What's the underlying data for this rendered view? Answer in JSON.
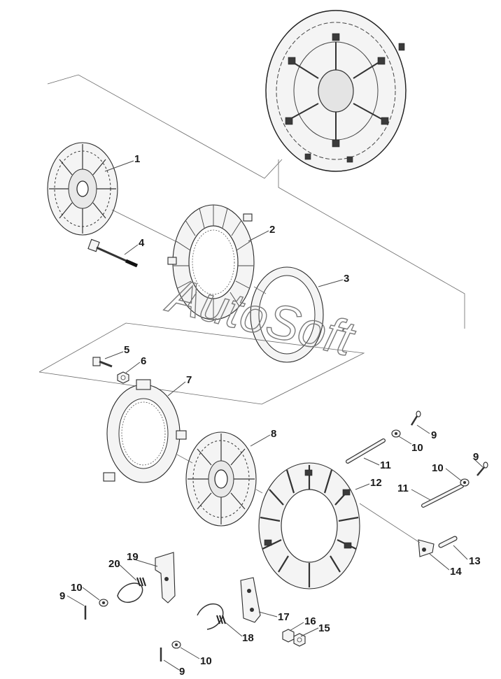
{
  "watermark": "AutoSoft",
  "callouts": [
    {
      "id": "c1",
      "text": "1"
    },
    {
      "id": "c2",
      "text": "2"
    },
    {
      "id": "c3",
      "text": "3"
    },
    {
      "id": "c4",
      "text": "4"
    },
    {
      "id": "c5",
      "text": "5"
    },
    {
      "id": "c6",
      "text": "6"
    },
    {
      "id": "c7",
      "text": "7"
    },
    {
      "id": "c8",
      "text": "8"
    },
    {
      "id": "c9a",
      "text": "9"
    },
    {
      "id": "c10a",
      "text": "10"
    },
    {
      "id": "c9b",
      "text": "9"
    },
    {
      "id": "c10b",
      "text": "10"
    },
    {
      "id": "c11a",
      "text": "11"
    },
    {
      "id": "c12",
      "text": "12"
    },
    {
      "id": "c11b",
      "text": "11"
    },
    {
      "id": "c13",
      "text": "13"
    },
    {
      "id": "c14",
      "text": "14"
    },
    {
      "id": "c19",
      "text": "19"
    },
    {
      "id": "c20",
      "text": "20"
    },
    {
      "id": "c10c",
      "text": "10"
    },
    {
      "id": "c9c",
      "text": "9"
    },
    {
      "id": "c17",
      "text": "17"
    },
    {
      "id": "c16",
      "text": "16"
    },
    {
      "id": "c15",
      "text": "15"
    },
    {
      "id": "c18",
      "text": "18"
    },
    {
      "id": "c10d",
      "text": "10"
    },
    {
      "id": "c9d",
      "text": "9"
    }
  ]
}
